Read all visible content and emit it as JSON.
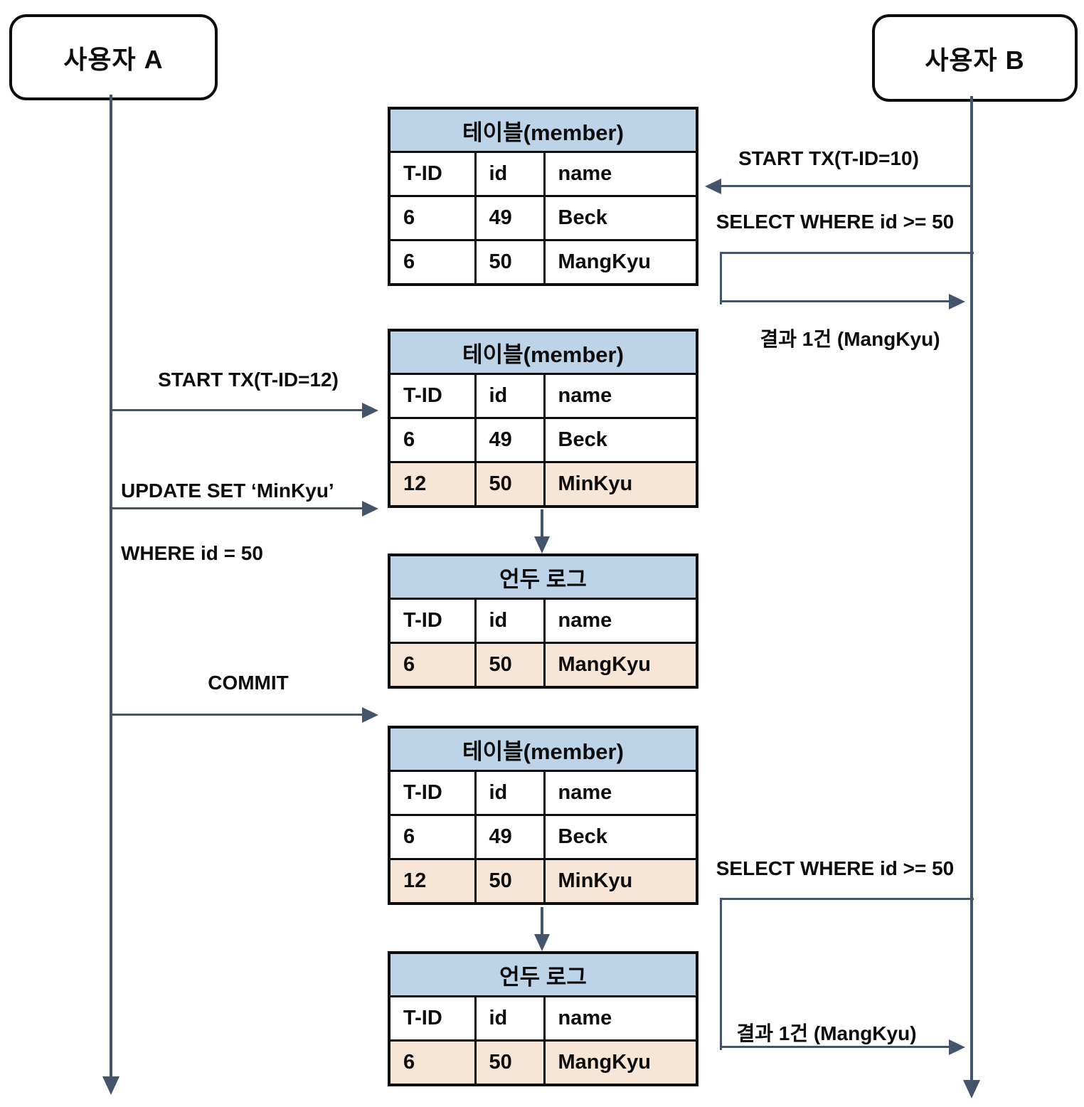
{
  "actors": {
    "a": "사용자 A",
    "b": "사용자 B"
  },
  "tables": [
    {
      "title": "테이블(member)",
      "headers": [
        "T-ID",
        "id",
        "name"
      ],
      "rows": [
        {
          "cells": [
            "6",
            "49",
            "Beck"
          ],
          "highlight": false
        },
        {
          "cells": [
            "6",
            "50",
            "MangKyu"
          ],
          "highlight": false
        }
      ]
    },
    {
      "title": "테이블(member)",
      "headers": [
        "T-ID",
        "id",
        "name"
      ],
      "rows": [
        {
          "cells": [
            "6",
            "49",
            "Beck"
          ],
          "highlight": false
        },
        {
          "cells": [
            "12",
            "50",
            "MinKyu"
          ],
          "highlight": true
        }
      ]
    },
    {
      "title": "언두 로그",
      "headers": [
        "T-ID",
        "id",
        "name"
      ],
      "rows": [
        {
          "cells": [
            "6",
            "50",
            "MangKyu"
          ],
          "highlight": true
        }
      ]
    },
    {
      "title": "테이블(member)",
      "headers": [
        "T-ID",
        "id",
        "name"
      ],
      "rows": [
        {
          "cells": [
            "6",
            "49",
            "Beck"
          ],
          "highlight": false
        },
        {
          "cells": [
            "12",
            "50",
            "MinKyu"
          ],
          "highlight": true
        }
      ]
    },
    {
      "title": "언두 로그",
      "headers": [
        "T-ID",
        "id",
        "name"
      ],
      "rows": [
        {
          "cells": [
            "6",
            "50",
            "MangKyu"
          ],
          "highlight": true
        }
      ]
    }
  ],
  "messages": {
    "start_tx_b": "START TX(T-ID=10)",
    "select_top": "SELECT WHERE id >= 50",
    "result_top": "결과 1건 (MangKyu)",
    "start_tx_a": "START TX(T-ID=12)",
    "update_line1": "UPDATE SET ‘MinKyu’",
    "update_line2": "WHERE id = 50",
    "commit": "COMMIT",
    "select_bottom": "SELECT WHERE id >= 50",
    "result_bottom": "결과 1건 (MangKyu)"
  },
  "colors": {
    "table_header_bg": "#bdd3e8",
    "row_highlight_bg": "#f7e6d5",
    "arrow": "#44546a",
    "border": "#0d0d0d"
  }
}
